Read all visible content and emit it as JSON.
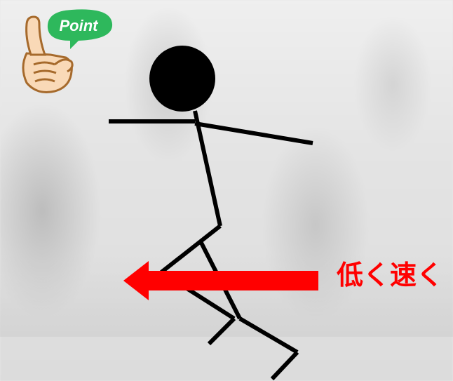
{
  "badge": {
    "text": "Point",
    "bubble_color": "#2eb85c",
    "hand_color": "#f9d9b7"
  },
  "caption": {
    "text": "低く速く",
    "color": "#ff0000"
  },
  "figure": {
    "color": "#000000"
  },
  "arrow": {
    "direction": "left",
    "color": "#ff0000"
  }
}
